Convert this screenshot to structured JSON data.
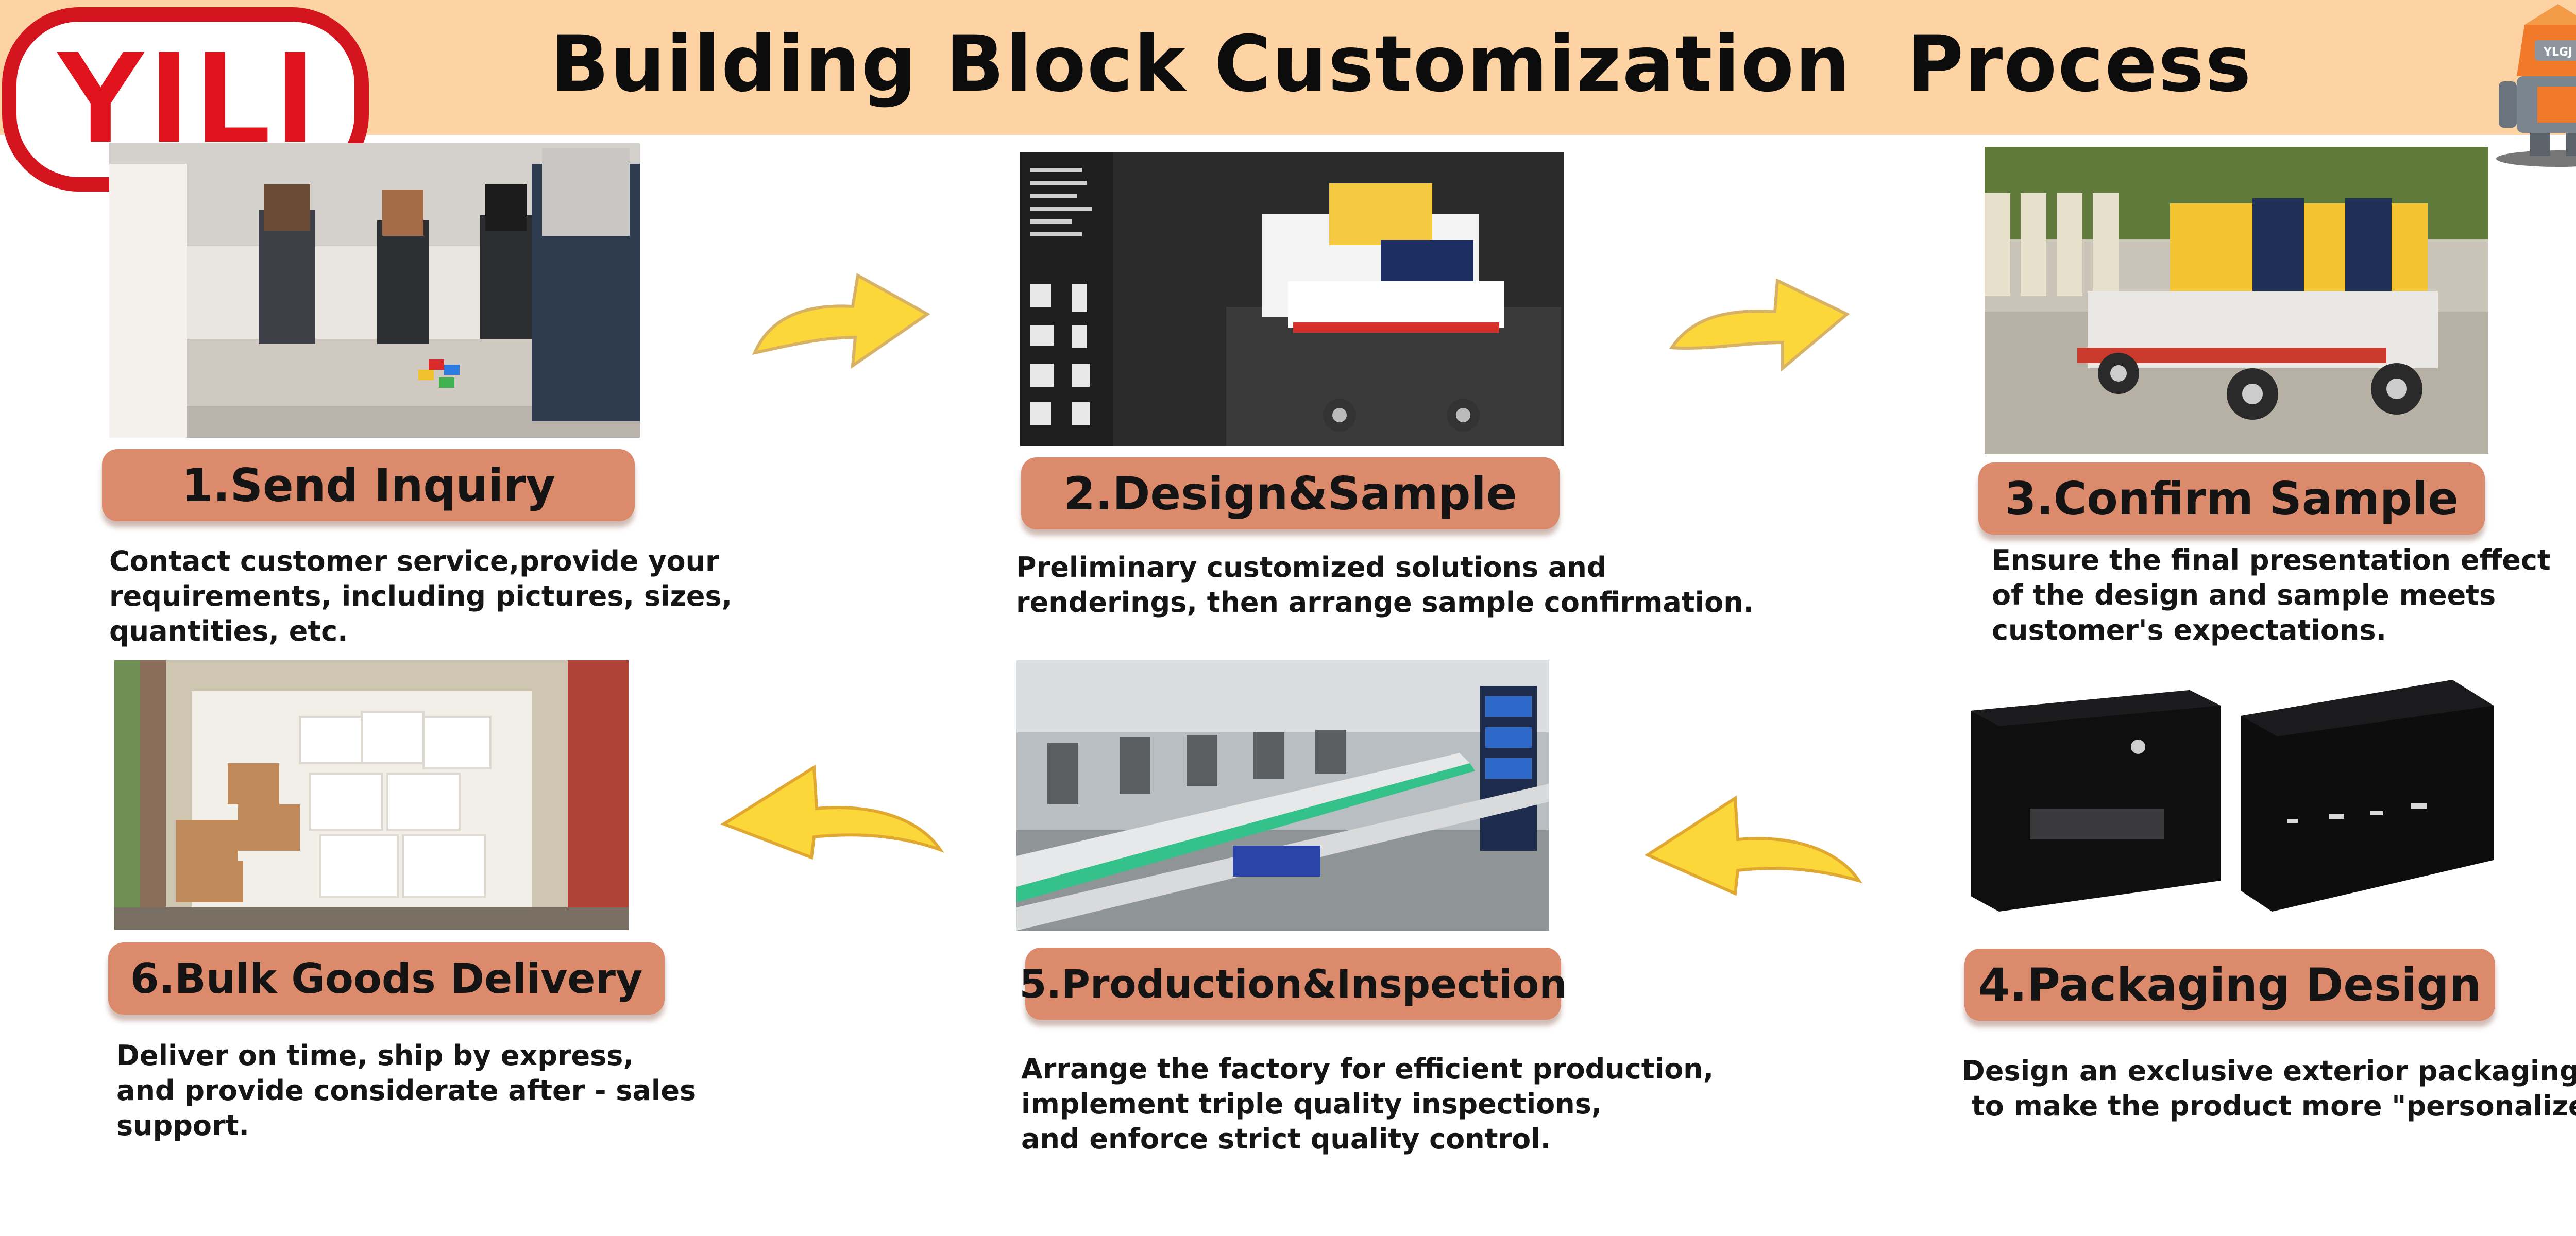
{
  "header": {
    "title": "Building Block Customization  Process",
    "logo_text": "YILI",
    "mascot_badge": "YLGJ"
  },
  "colors": {
    "header_band": "#fdd3a4",
    "pill": "#dc8a6c",
    "arrow": "#fcd73a",
    "logo_red": "#e1141d"
  },
  "steps": [
    {
      "label": "1.Send Inquiry",
      "desc": "Contact customer service,provide your\nrequirements, including pictures, sizes,\nquantities, etc.",
      "image": "business-meeting-photo"
    },
    {
      "label": "2.Design&Sample",
      "desc": "Preliminary customized solutions and\nrenderings, then arrange sample confirmation.",
      "image": "design-software-screenshot"
    },
    {
      "label": "3.Confirm Sample",
      "desc": "Ensure the final presentation effect\nof the design and sample meets\ncustomer's expectations.",
      "image": "sample-skate-photo"
    },
    {
      "label": "4.Packaging Design",
      "desc": "Design an exclusive exterior packaging\n to make the product more \"personalized\".",
      "image": "black-gift-boxes-photo"
    },
    {
      "label": "5.Production&Inspection",
      "desc": "Arrange the factory for efficient production,\nimplement triple quality inspections,\nand enforce strict quality control.",
      "image": "factory-line-photo"
    },
    {
      "label": "6.Bulk Goods Delivery",
      "desc": "Deliver on time, ship by express,\nand provide considerate after - sales\nsupport.",
      "image": "shipping-container-photo"
    }
  ],
  "arrows": [
    "arrow-right-icon",
    "arrow-right-icon",
    "arrow-left-icon",
    "arrow-left-icon"
  ]
}
